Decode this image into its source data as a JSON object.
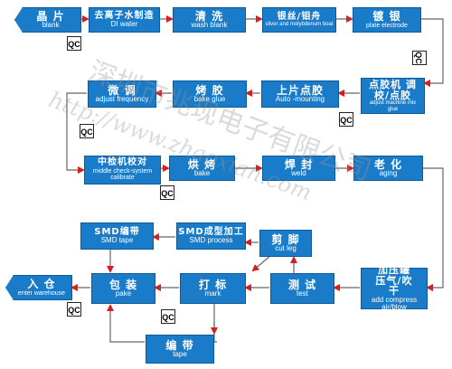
{
  "steps": {
    "wafer": {
      "cn": "晶 片",
      "en": "blank"
    },
    "di_water": {
      "cn": "去离子水制造",
      "en": "DI water"
    },
    "wash": {
      "cn": "清 洗",
      "en": "wash blank"
    },
    "silver": {
      "cn": "银丝/钼舟",
      "en": "sliver and molybdenum boat"
    },
    "plate": {
      "cn": "镀 银",
      "en": "plate electrode"
    },
    "glue_mix": {
      "cn": "点胶机 调校/点胶",
      "en": "adjust machine mix glue"
    },
    "mounting": {
      "cn": "上片点胶",
      "en": "Auto -mounting"
    },
    "bake_glue": {
      "cn": "烤 胶",
      "en": "bake glue"
    },
    "fine_tune": {
      "cn": "微 调",
      "en": "adjust frequency"
    },
    "mid_check": {
      "cn": "中检机校对",
      "en": "middle check-system calibrate"
    },
    "bake": {
      "cn": "烘 烤",
      "en": "bake"
    },
    "weld": {
      "cn": "焊 封",
      "en": "weld"
    },
    "aging": {
      "cn": "老 化",
      "en": "aging"
    },
    "compress": {
      "cn": "加压罐 压气/吹干",
      "en": "add compress air/blow"
    },
    "test": {
      "cn": "测 试",
      "en": "test"
    },
    "cut_leg": {
      "cn": "剪 脚",
      "en": "cut leg"
    },
    "smd_process": {
      "cn": "SMD成型加工",
      "en": "SMD process"
    },
    "smd_tape": {
      "cn": "SMD编带",
      "en": "SMD tape"
    },
    "mark": {
      "cn": "打 标",
      "en": "mark"
    },
    "pake": {
      "cn": "包 装",
      "en": "pake"
    },
    "warehouse": {
      "cn": "入 仓",
      "en": "enter warehouse"
    },
    "tape": {
      "cn": "编 带",
      "en": "tape"
    }
  },
  "qc_label": "QC",
  "watermark": {
    "company": "深圳市兆现电子有限公司",
    "url": "http://www.zhaoxian.com"
  },
  "colors": {
    "box": "#1a7bc8",
    "arrow": "#d42020",
    "line": "#555555"
  }
}
